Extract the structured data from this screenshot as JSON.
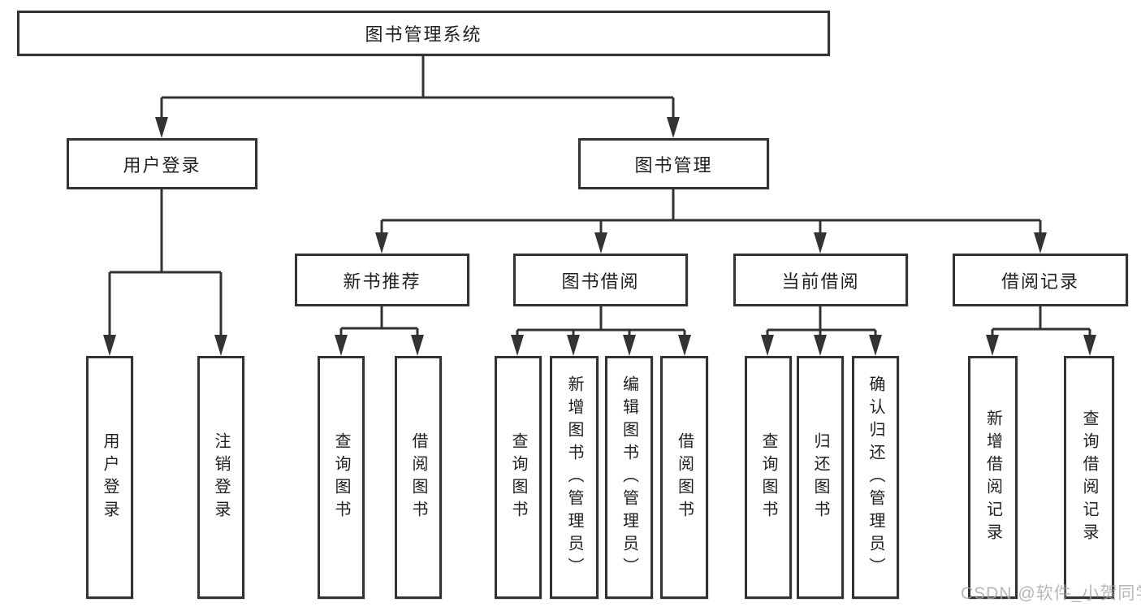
{
  "diagram": {
    "title": "图书管理系统",
    "root": {
      "label": "图书管理系统",
      "children": [
        {
          "label": "用户登录",
          "children": [
            {
              "label": "用户登录"
            },
            {
              "label": "注销登录"
            }
          ]
        },
        {
          "label": "图书管理",
          "children": [
            {
              "label": "新书推荐",
              "children": [
                {
                  "label": "查询图书"
                },
                {
                  "label": "借阅图书"
                }
              ]
            },
            {
              "label": "图书借阅",
              "children": [
                {
                  "label": "查询图书"
                },
                {
                  "label": "新增图书（管理员）"
                },
                {
                  "label": "编辑图书（管理员）"
                },
                {
                  "label": "借阅图书"
                }
              ]
            },
            {
              "label": "当前借阅",
              "children": [
                {
                  "label": "查询图书"
                },
                {
                  "label": "归还图书"
                },
                {
                  "label": "确认归还（管理员）"
                }
              ]
            },
            {
              "label": "借阅记录",
              "children": [
                {
                  "label": "新增借阅记录"
                },
                {
                  "label": "查询借阅记录"
                }
              ]
            }
          ]
        }
      ]
    },
    "colors": {
      "line": "#333333",
      "box_border": "#333333",
      "box_fill": "#ffffff",
      "text": "#1f1f1f",
      "watermark": "#a5a5a5"
    }
  },
  "watermark": {
    "text": "CSDN @软件_小贺同学"
  }
}
